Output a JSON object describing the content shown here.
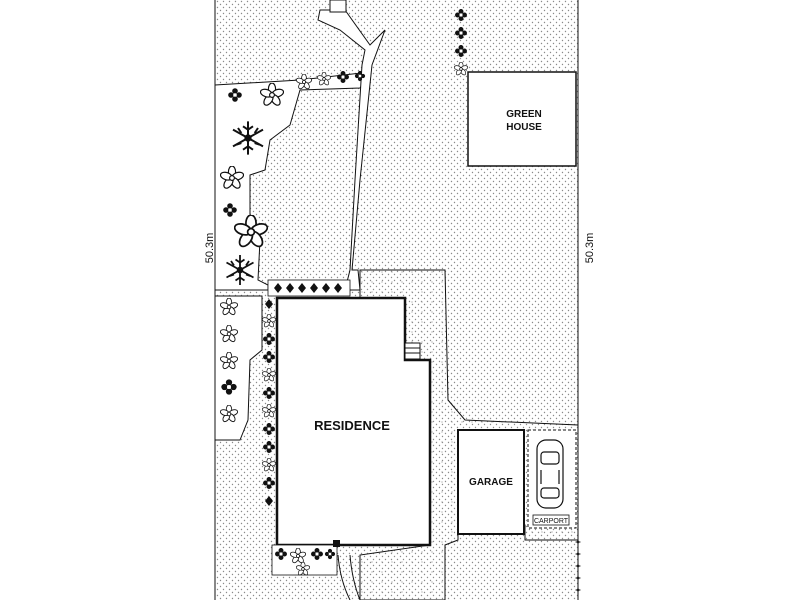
{
  "site_plan": {
    "dimension_left": "50.3m",
    "dimension_right": "50.3m",
    "buildings": {
      "green_house_line1": "GREEN",
      "green_house_line2": "HOUSE",
      "residence": "RESIDENCE",
      "garage": "GARAGE",
      "carport": "CARPORT"
    }
  },
  "colors": {
    "line": "#111111",
    "lawn_dots": "#8a8a8a",
    "paving_dots": "#9a9a9a",
    "background": "#ffffff"
  },
  "icons": [
    "star-flower-icon",
    "fern-icon",
    "shrub-icon",
    "diamond-shrub-icon",
    "car-icon",
    "steps-icon"
  ]
}
